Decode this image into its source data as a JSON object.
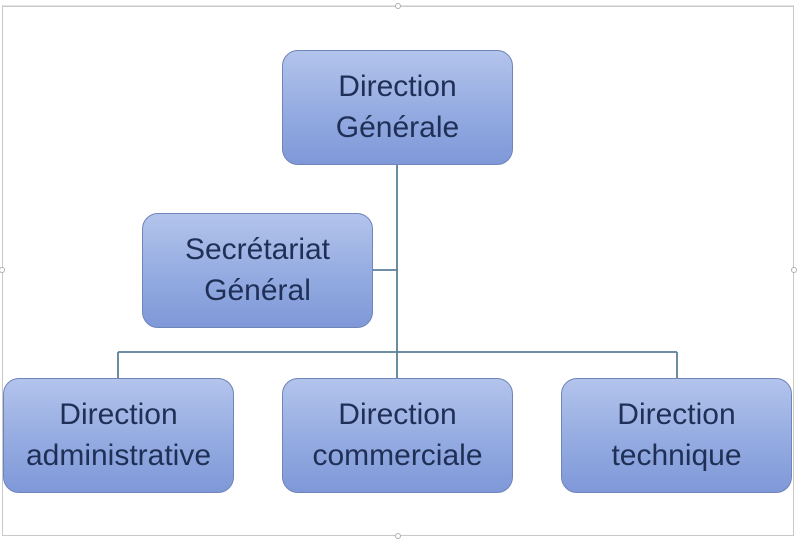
{
  "org_chart": {
    "root": {
      "label": "Direction\nGénérale"
    },
    "assistant": {
      "label": "Secrétariat\nGénéral"
    },
    "children": [
      {
        "label": "Direction\nadministrative"
      },
      {
        "label": "Direction\ncommerciale"
      },
      {
        "label": "Direction\ntechnique"
      }
    ]
  },
  "colors": {
    "box_fill_top": "#b3c4ec",
    "box_fill_bottom": "#7f98d8",
    "box_border": "#6f84b8",
    "connector": "#5b7f97",
    "text": "#1f2f55"
  }
}
